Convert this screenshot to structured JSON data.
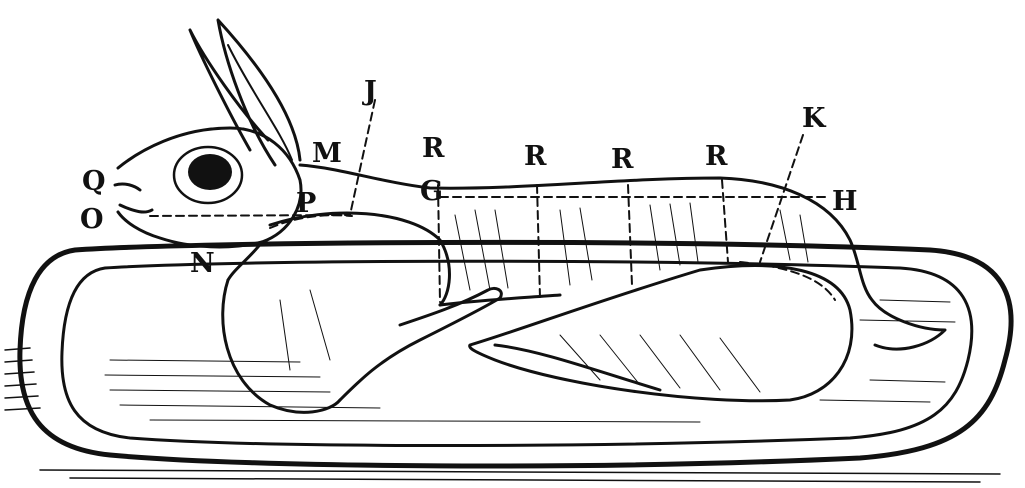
{
  "labels": {
    "q": "Q",
    "o": "O",
    "n": "N",
    "m": "M",
    "p": "P",
    "j": "J",
    "r1": "R",
    "r2": "R",
    "r3": "R",
    "r4": "R",
    "g": "G",
    "k": "K",
    "h": "H"
  },
  "colors": {
    "ink": "#111111",
    "paper": "#ffffff"
  }
}
